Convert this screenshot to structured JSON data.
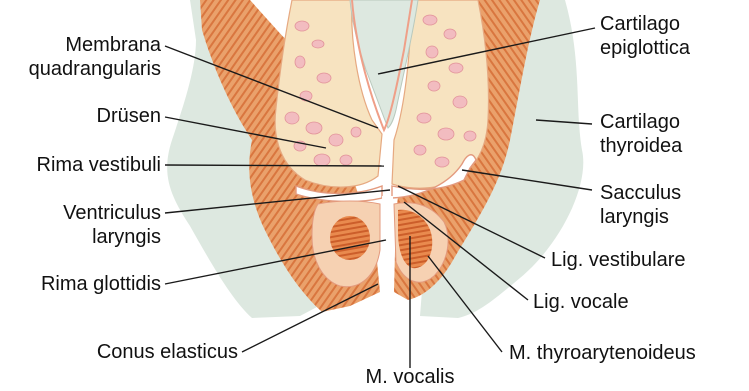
{
  "labels": {
    "membrana": [
      "Membrana",
      "quadrangularis"
    ],
    "druesen": "Drüsen",
    "rima_vestibuli": "Rima vestibuli",
    "ventriculus": [
      "Ventriculus",
      "laryngis"
    ],
    "rima_glottidis": "Rima glottidis",
    "conus": "Conus elasticus",
    "cart_epiglottica": [
      "Cartilago",
      "epiglottica"
    ],
    "cart_thyroidea": [
      "Cartilago",
      "thyroidea"
    ],
    "sacculus": [
      "Sacculus",
      "laryngis"
    ],
    "lig_vestibulare": "Lig. vestibulare",
    "lig_vocale": "Lig. vocale",
    "m_thyro": "M. thyroarytenoideus",
    "m_vocalis": "M. vocalis"
  },
  "colors": {
    "cartilage": "#dde8e0",
    "muscle": "#e6935a",
    "muscle_dark": "#cf6a32",
    "fat": "#f7e3c0",
    "gland": "#f2bcc0",
    "mucosa": "#f6d1b2",
    "leader": "#1a1a1a"
  }
}
